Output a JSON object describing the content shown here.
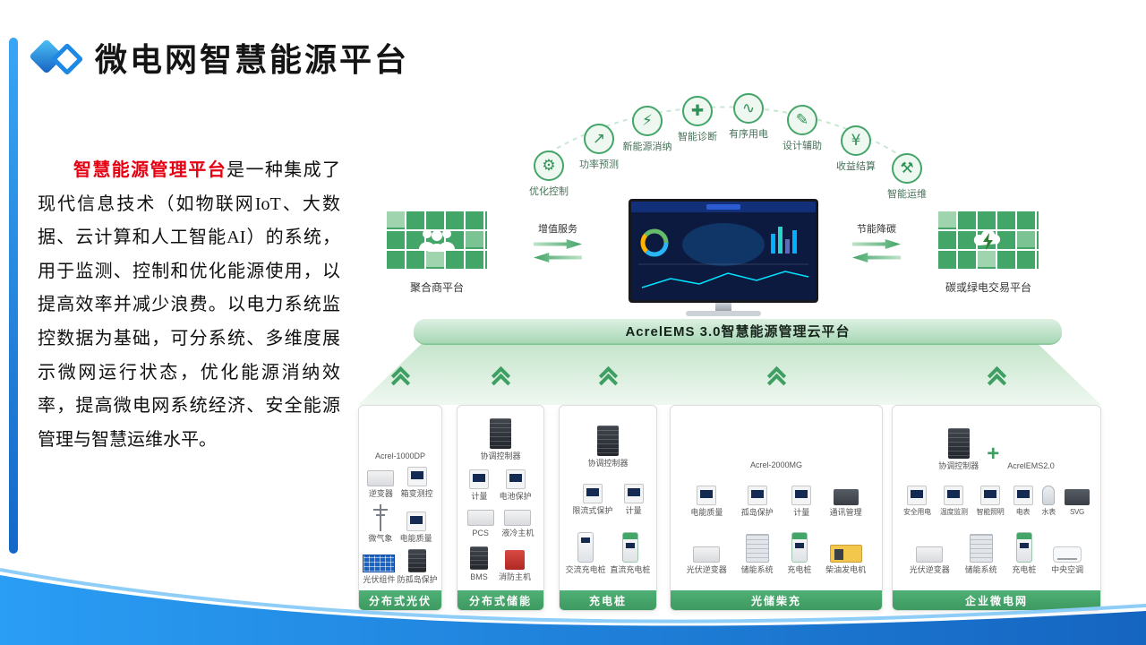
{
  "slide": {
    "title": "微电网智慧能源平台"
  },
  "colors": {
    "green": "#3f9f63",
    "blue": "#1976d2",
    "highlight_red": "#e60012"
  },
  "intro": {
    "highlight": "智慧能源管理平台",
    "body": "是一种集成了现代信息技术（如物联网IoT、大数据、云计算和人工智能AI）的系统，用于监测、控制和优化能源使用，以提高效率并减少浪费。以电力系统监控数据为基础，可分系统、多维度展示微网运行状态，优化能源消纳效率，提高微电网系统经济、安全能源管理与智慧运维水平。"
  },
  "features": [
    {
      "label": "优化控制",
      "icon": "optimize-control-icon",
      "glyph": "⚙"
    },
    {
      "label": "功率预测",
      "icon": "power-forecast-icon",
      "glyph": "↗"
    },
    {
      "label": "新能源消纳",
      "icon": "renewable-consumption-icon",
      "glyph": "⚡"
    },
    {
      "label": "智能诊断",
      "icon": "smart-diagnosis-icon",
      "glyph": "✚"
    },
    {
      "label": "有序用电",
      "icon": "orderly-power-icon",
      "glyph": "∿"
    },
    {
      "label": "设计辅助",
      "icon": "design-aid-icon",
      "glyph": "✎"
    },
    {
      "label": "收益结算",
      "icon": "revenue-settlement-icon",
      "glyph": "¥"
    },
    {
      "label": "智能运维",
      "icon": "smart-om-icon",
      "glyph": "⚒"
    }
  ],
  "hub": {
    "left_platform": "聚合商平台",
    "left_flow": "增值服务",
    "right_flow": "节能降碳",
    "right_platform": "碳或绿电交易平台"
  },
  "cloud_bar": "AcrelEMS 3.0智慧能源管理云平台",
  "cards": [
    {
      "title": "分布式光伏",
      "top": [
        {
          "label": "Acrel-1000DP",
          "shape": "monitor"
        }
      ],
      "rows": [
        [
          {
            "label": "逆变器",
            "shape": "box"
          },
          {
            "label": "箱变测控",
            "shape": "meter"
          }
        ],
        [
          {
            "label": "微气象",
            "shape": "mast"
          },
          {
            "label": "电能质量",
            "shape": "meter"
          }
        ],
        [
          {
            "label": "光伏组件",
            "shape": "panel"
          },
          {
            "label": "防孤岛保护",
            "shape": "cabinet-sm"
          }
        ]
      ]
    },
    {
      "title": "分布式储能",
      "top": [
        {
          "label": "协调控制器",
          "shape": "cabinet"
        }
      ],
      "rows": [
        [
          {
            "label": "计量",
            "shape": "meter"
          },
          {
            "label": "电池保护",
            "shape": "meter"
          }
        ],
        [
          {
            "label": "PCS",
            "shape": "box"
          },
          {
            "label": "液冷主机",
            "shape": "box"
          }
        ],
        [
          {
            "label": "BMS",
            "shape": "cabinet-sm"
          },
          {
            "label": "消防主机",
            "shape": "red-box"
          }
        ]
      ]
    },
    {
      "title": "充电桩",
      "top": [
        {
          "label": "协调控制器",
          "shape": "cabinet"
        }
      ],
      "rows": [
        [
          {
            "label": "限流式保护",
            "shape": "meter"
          },
          {
            "label": "计量",
            "shape": "meter"
          }
        ],
        [
          {
            "label": "交流充电桩",
            "shape": "pile"
          },
          {
            "label": "直流充电桩",
            "shape": "pile-green"
          }
        ]
      ]
    },
    {
      "title": "光储柴充",
      "top": [
        {
          "label": "Acrel-2000MG",
          "shape": "monitor"
        }
      ],
      "rows": [
        [
          {
            "label": "电能质量",
            "shape": "meter"
          },
          {
            "label": "孤岛保护",
            "shape": "meter"
          },
          {
            "label": "计量",
            "shape": "meter"
          },
          {
            "label": "通讯管理",
            "shape": "box-dark"
          }
        ],
        [
          {
            "label": "光伏逆变器",
            "shape": "box"
          },
          {
            "label": "储能系统",
            "shape": "storage"
          },
          {
            "label": "充电桩",
            "shape": "pile-green"
          },
          {
            "label": "柴油发电机",
            "shape": "genset"
          }
        ]
      ]
    },
    {
      "title": "企业微电网",
      "top": [
        {
          "label": "协调控制器",
          "shape": "cabinet"
        },
        {
          "label": "",
          "shape": "plus"
        },
        {
          "label": "AcrelEMS2.0",
          "shape": "monitor"
        }
      ],
      "rows": [
        [
          {
            "label": "安全用电",
            "shape": "meter"
          },
          {
            "label": "温度监测",
            "shape": "meter"
          },
          {
            "label": "智能照明",
            "shape": "meter"
          },
          {
            "label": "电表",
            "shape": "meter"
          },
          {
            "label": "水表",
            "shape": "cyl"
          },
          {
            "label": "SVG",
            "shape": "box-dark"
          }
        ],
        [
          {
            "label": "光伏逆变器",
            "shape": "box"
          },
          {
            "label": "储能系统",
            "shape": "storage"
          },
          {
            "label": "充电桩",
            "shape": "pile-green"
          },
          {
            "label": "中央空调",
            "shape": "ac"
          }
        ]
      ]
    }
  ]
}
